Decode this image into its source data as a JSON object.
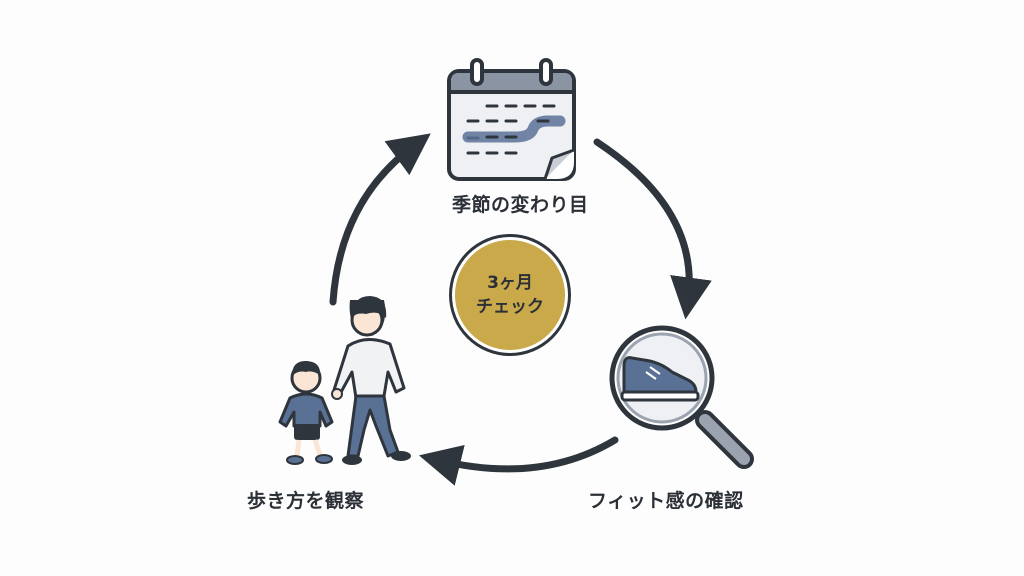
{
  "diagram": {
    "title": "",
    "center": {
      "line1": "3ヶ月",
      "line2": "チェック"
    },
    "steps": [
      {
        "label": "季節の変わり目",
        "icon": "calendar-icon"
      },
      {
        "label": "フィット感の確認",
        "icon": "magnifier-shoe-icon"
      },
      {
        "label": "歩き方を観察",
        "icon": "parent-child-walking-icon"
      }
    ],
    "colors": {
      "arrow": "#2f353d",
      "badge": "#c9a94a",
      "accent_blue": "#5a7196",
      "paper": "#eef0f3"
    }
  }
}
